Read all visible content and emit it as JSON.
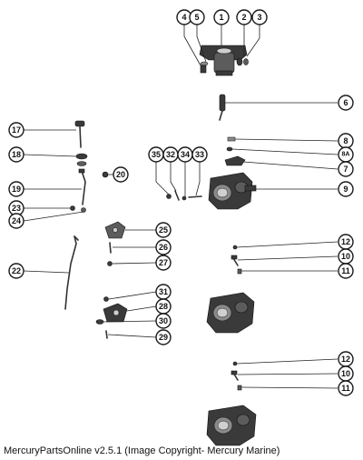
{
  "caption": "MercuryPartsOnline v2.5.1 (Image Copyright- Mercury Marine)",
  "callouts": [
    "1",
    "2",
    "3",
    "4",
    "5",
    "6",
    "7",
    "8",
    "8A",
    "9",
    "10",
    "11",
    "12",
    "17",
    "18",
    "19",
    "20",
    "22",
    "23",
    "24",
    "25",
    "26",
    "27",
    "28",
    "29",
    "30",
    "31",
    "32",
    "33",
    "34",
    "35"
  ]
}
